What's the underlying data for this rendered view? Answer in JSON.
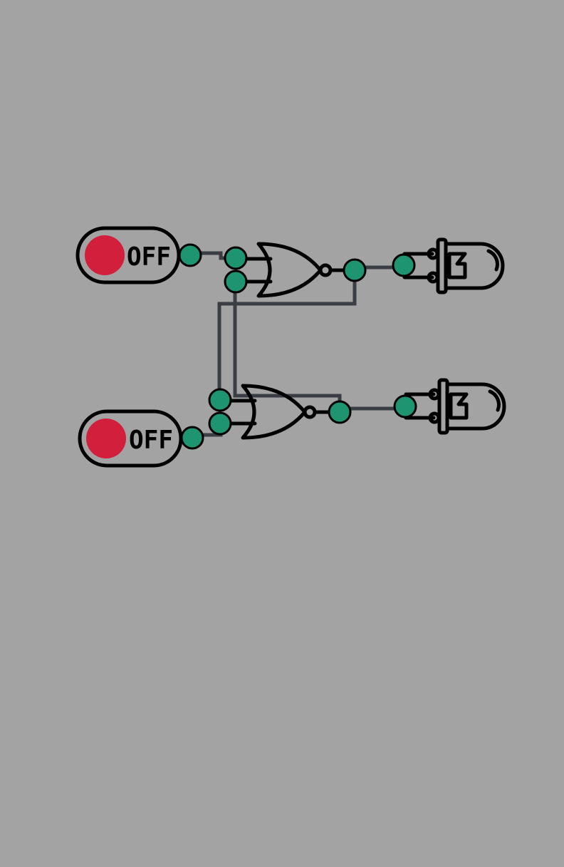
{
  "circuit": {
    "switches": [
      {
        "id": "switch-a",
        "label": "OFF",
        "state": "off"
      },
      {
        "id": "switch-b",
        "label": "OFF",
        "state": "off"
      }
    ],
    "gates": [
      {
        "id": "nor-gate-a",
        "type": "NOR"
      },
      {
        "id": "nor-gate-b",
        "type": "NOR"
      }
    ],
    "leds": [
      {
        "id": "led-a",
        "state": "off"
      },
      {
        "id": "led-b",
        "state": "off"
      }
    ],
    "colors": {
      "background": "#a3a3a3",
      "pin": "#1f9470",
      "wire": "#3a3d44",
      "switch_knob_off": "#d21f3c",
      "outline": "#000000"
    }
  }
}
